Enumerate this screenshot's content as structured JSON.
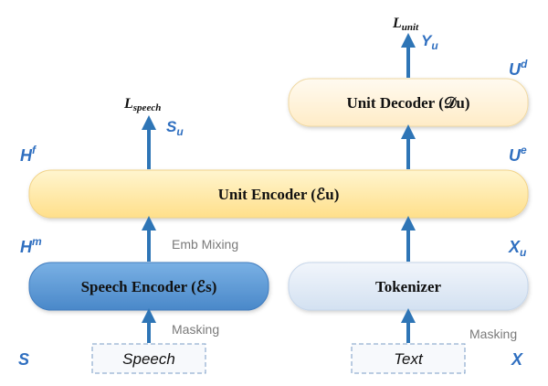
{
  "boxes": {
    "unit_encoder": "Unit Encoder  (ℰu)",
    "unit_decoder": "Unit Decoder (𝒟u)",
    "speech_encoder": "Speech Encoder (ℰs)",
    "tokenizer": "Tokenizer"
  },
  "inputs": {
    "speech": "Speech",
    "text": "Text"
  },
  "losses": {
    "speech_main": "L",
    "speech_sub": "speech",
    "unit_main": "L",
    "unit_sub": "unit"
  },
  "variables": {
    "S_main": "S",
    "S_sub": "u",
    "Y_main": "Y",
    "Y_sub": "u",
    "Hf_main": "H",
    "Hf_sup": "f",
    "Hm_main": "H",
    "Hm_sup": "m",
    "Ud_main": "U",
    "Ud_sup": "d",
    "Ue_main": "U",
    "Ue_sup": "e",
    "Xu_main": "X",
    "Xu_sub": "u",
    "S_input": "S",
    "X_input": "X"
  },
  "notes": {
    "emb_mixing": "Emb Mixing",
    "masking_left": "Masking",
    "masking_right": "Masking"
  },
  "colors": {
    "arrow": "#2e75b6",
    "unit_box": "#ffe9a8",
    "decoder_box": "#fff3d8",
    "speech_box": "#5b9bd5",
    "tokenizer_box": "#dde8f4",
    "variable": "#2f6fc0"
  }
}
